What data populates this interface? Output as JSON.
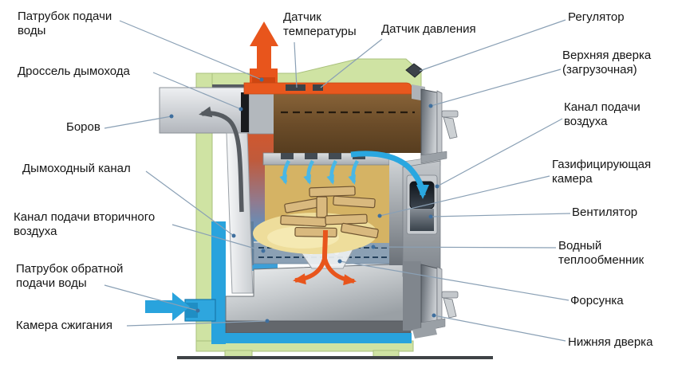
{
  "labels": [
    {
      "id": "water-supply-pipe",
      "text": "Патрубок подачи\nводы"
    },
    {
      "id": "chimney-throttle",
      "text": "Дроссель дымохода"
    },
    {
      "id": "flue-duct",
      "text": "Боров"
    },
    {
      "id": "chimney-channel",
      "text": "Дымоходный канал"
    },
    {
      "id": "secondary-air-channel",
      "text": "Канал подачи вторичного\nвоздуха"
    },
    {
      "id": "return-water-pipe",
      "text": "Патрубок обратной\nподачи воды"
    },
    {
      "id": "combustion-chamber",
      "text": "Камера сжигания"
    },
    {
      "id": "temperature-sensor",
      "text": "Датчик\nтемпературы"
    },
    {
      "id": "pressure-sensor",
      "text": "Датчик давления"
    },
    {
      "id": "regulator",
      "text": "Регулятор"
    },
    {
      "id": "upper-door",
      "text": "Верхняя дверка\n(загрузочная)"
    },
    {
      "id": "air-supply-channel",
      "text": "Канал подачи\nвоздуха"
    },
    {
      "id": "gasification-chamber",
      "text": "Газифицирующая\nкамера"
    },
    {
      "id": "fan",
      "text": "Вентилятор"
    },
    {
      "id": "water-heat-exchanger",
      "text": "Водный\nтеплообменник"
    },
    {
      "id": "nozzle",
      "text": "Форсунка"
    },
    {
      "id": "lower-door",
      "text": "Нижняя дверка"
    }
  ],
  "palette": {
    "casing_green": "#cfe3a3",
    "flame_orange": "#e8551c",
    "water_blue": "#29a3dd",
    "air_blue": "#49b7e6",
    "chamber_brown": "#7a5a31",
    "fuel_gold": "#d5b364",
    "metal_gray": "#b4b9bd",
    "exchanger_steel_blue": "#8ba0b4",
    "leader_line": "#8aa0b5",
    "text_black": "#151515"
  }
}
